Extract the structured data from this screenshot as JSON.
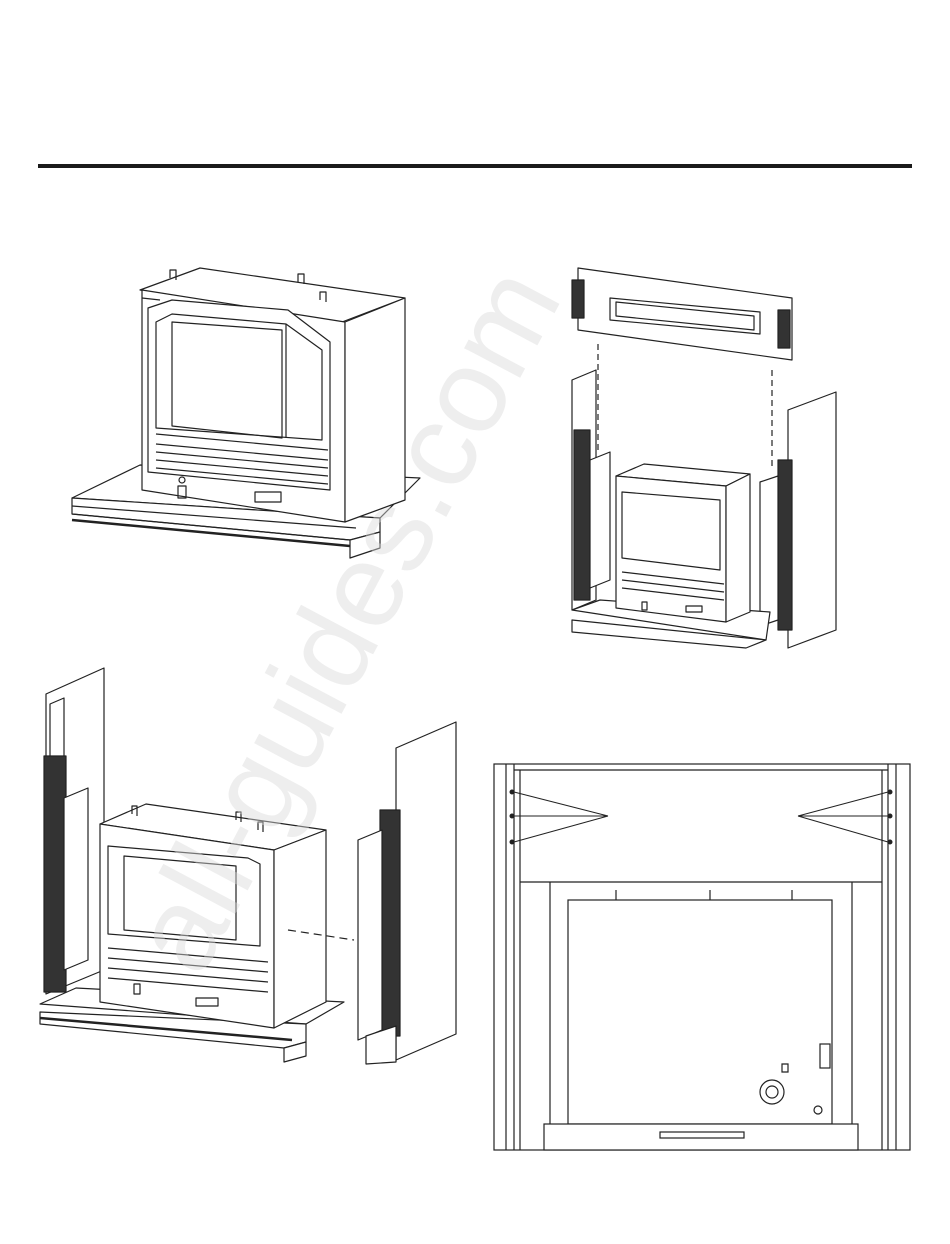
{
  "page": {
    "watermark": "all-guides.com"
  },
  "figures": [
    {
      "id": "fig-a",
      "subject": "fireplace-insert-on-base"
    },
    {
      "id": "fig-b",
      "subject": "header-panel-and-side-columns"
    },
    {
      "id": "fig-c",
      "subject": "side-panel-attachment"
    },
    {
      "id": "fig-d",
      "subject": "front-view-screw-locations"
    }
  ]
}
